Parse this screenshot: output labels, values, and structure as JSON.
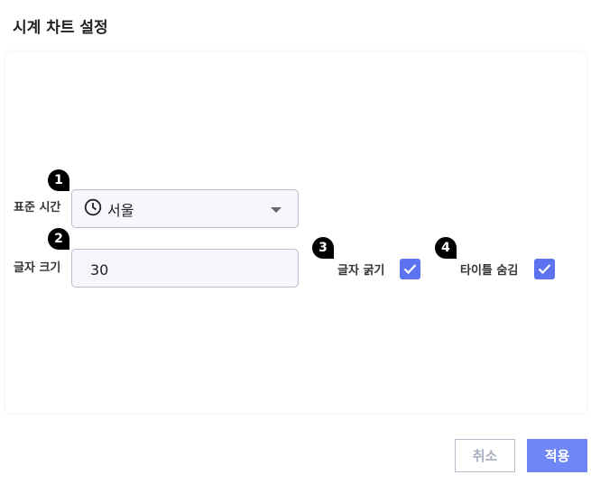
{
  "title": "시계 차트 설정",
  "timezone": {
    "badge": "1",
    "label": "표준 시간",
    "value": "서울",
    "icon": "clock-icon"
  },
  "font_size": {
    "badge": "2",
    "label": "글자 크기",
    "value": "30"
  },
  "bold": {
    "badge": "3",
    "label": "글자 굵기",
    "checked": true
  },
  "hide_title": {
    "badge": "4",
    "label": "타이틀 숨김",
    "checked": true
  },
  "buttons": {
    "cancel": "취소",
    "apply": "적용"
  },
  "colors": {
    "accent": "#6f86f7",
    "checkbox": "#5b73f0"
  }
}
